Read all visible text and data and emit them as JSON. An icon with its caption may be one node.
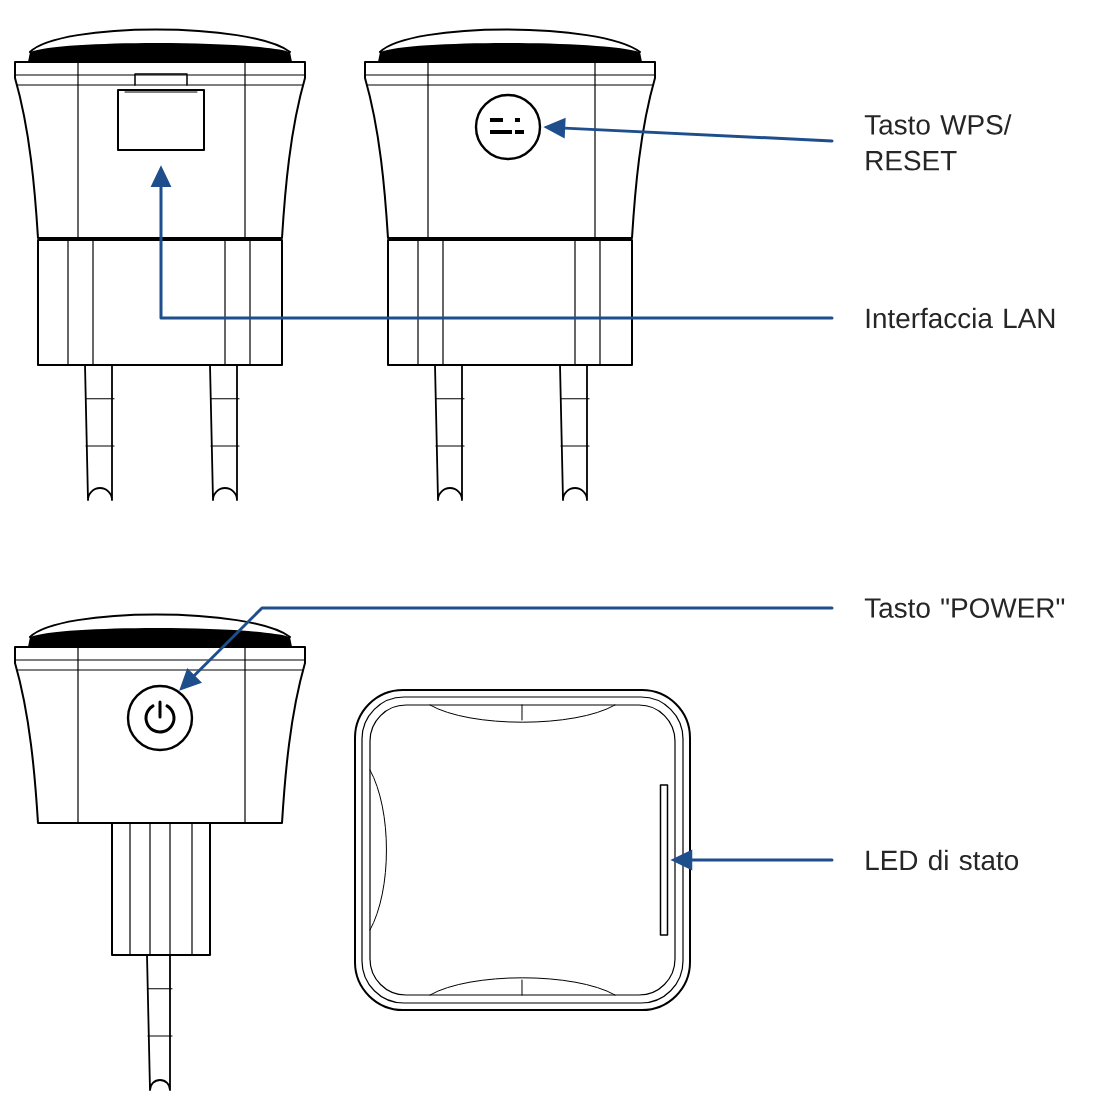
{
  "diagram": {
    "nodes": [
      {
        "text": [],
        "shape": "box"
      },
      {
        "text": [],
        "shape": "circle"
      },
      {
        "text": [
          "Tasto WPS/ RESET"
        ]
      },
      {
        "text": [
          "Interfaccia LAN"
        ]
      },
      {
        "text": [],
        "shape": "circle"
      },
      {
        "text": [
          "Tasto \"POWER\""
        ]
      },
      {
        "text": [],
        "shape": "bar"
      },
      {
        "text": [
          "LED di stato"
        ]
      }
    ],
    "edges": [
      {
        "from": 2,
        "to": 1,
        "arrow": "to"
      },
      {
        "from": 3,
        "to": 0,
        "arrow": "to"
      },
      {
        "from": 5,
        "to": 4,
        "arrow": "to"
      },
      {
        "from": 7,
        "to": 6,
        "arrow": "to"
      }
    ]
  }
}
